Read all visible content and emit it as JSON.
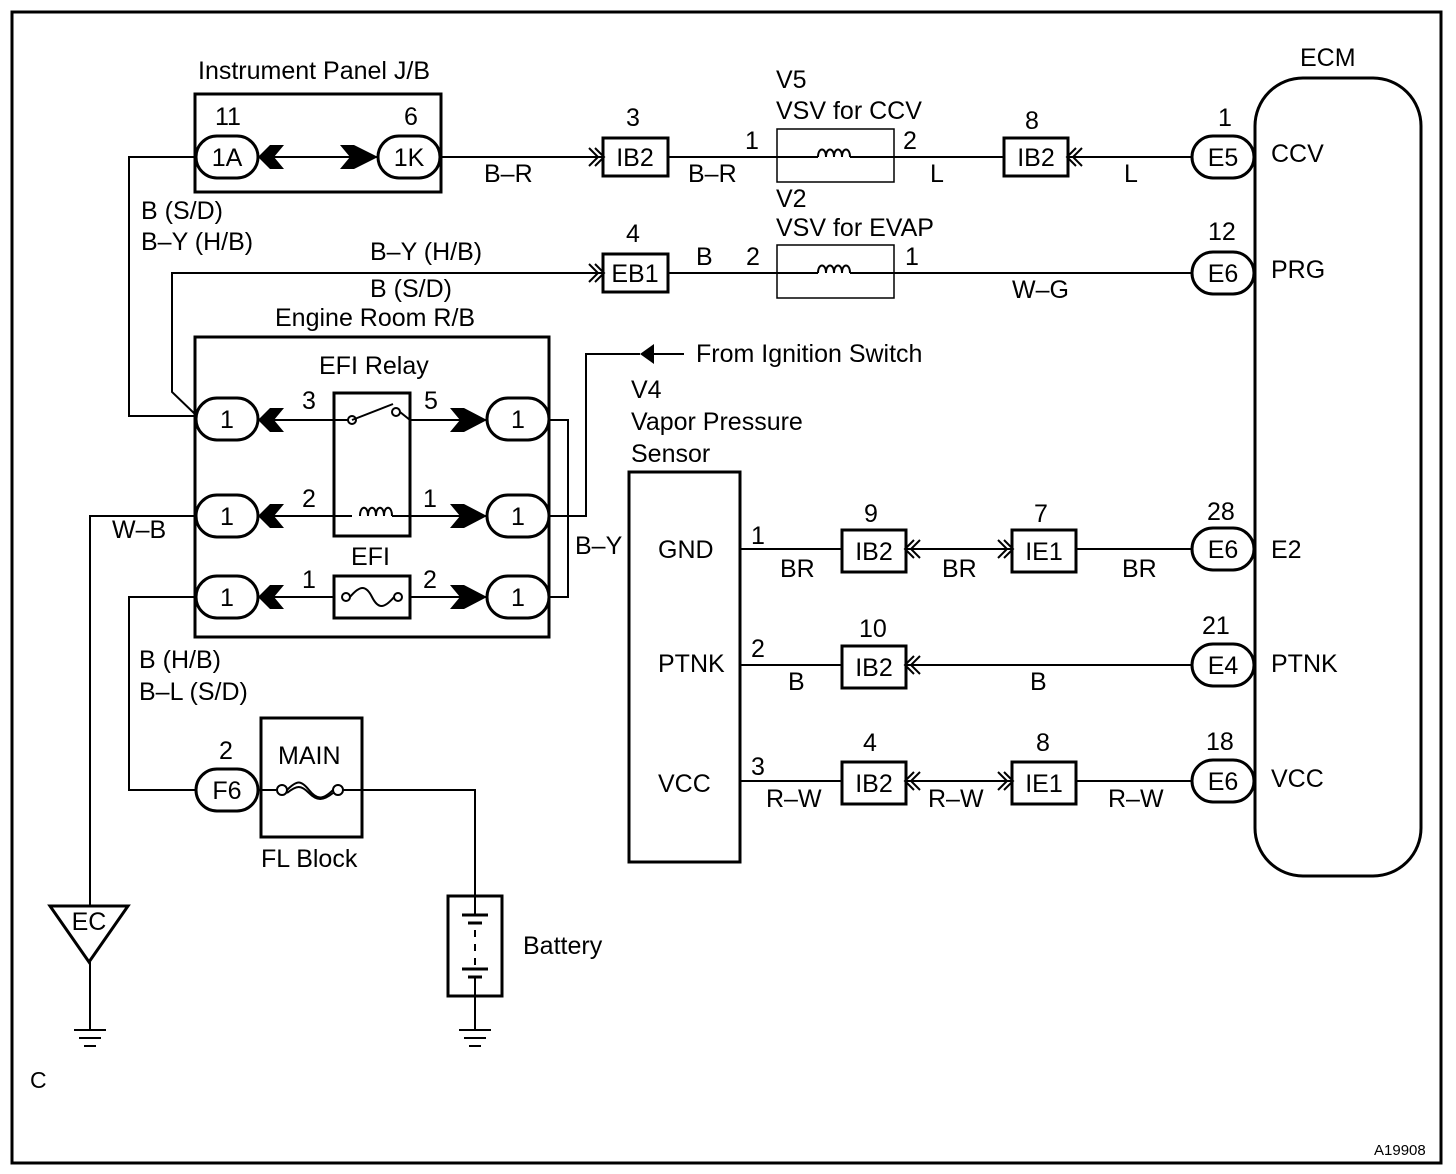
{
  "figure_id": "A19908",
  "corner_letter": "C",
  "components": {
    "ip_jb": "Instrument Panel J/B",
    "er_rb": "Engine Room R/B",
    "efi_relay": "EFI Relay",
    "efi_fuse": "EFI",
    "main_fuse": "MAIN",
    "fl_block": "FL Block",
    "battery": "Battery",
    "ground_ec": "EC",
    "ecm": "ECM",
    "v5_id": "V5",
    "v5_name": "VSV for CCV",
    "v2_id": "V2",
    "v2_name": "VSV for EVAP",
    "v4_id": "V4",
    "v4_line1": "Vapor Pressure",
    "v4_line2": "Sensor",
    "ignition": "From Ignition Switch"
  },
  "connectors": {
    "j1a": {
      "label": "1A",
      "pin": "11"
    },
    "j1k": {
      "label": "1K",
      "pin": "6"
    },
    "ib2_ccv_in": {
      "label": "IB2",
      "pin": "3"
    },
    "ib2_ccv_out": {
      "label": "IB2",
      "pin": "8"
    },
    "eb1": {
      "label": "EB1",
      "pin": "4"
    },
    "f6": {
      "label": "F6",
      "pin": "2"
    },
    "ib2_gnd": {
      "label": "IB2",
      "pin": "9"
    },
    "ie1_gnd": {
      "label": "IE1",
      "pin": "7"
    },
    "ib2_ptnk": {
      "label": "IB2",
      "pin": "10"
    },
    "ib2_vcc": {
      "label": "IB2",
      "pin": "4"
    },
    "ie1_vcc": {
      "label": "IE1",
      "pin": "8"
    },
    "rb_pin": "1"
  },
  "ecm_pins": [
    {
      "connector": "E5",
      "pin": "1",
      "name": "CCV"
    },
    {
      "connector": "E6",
      "pin": "12",
      "name": "PRG"
    },
    {
      "connector": "E6",
      "pin": "28",
      "name": "E2"
    },
    {
      "connector": "E4",
      "pin": "21",
      "name": "PTNK"
    },
    {
      "connector": "E6",
      "pin": "18",
      "name": "VCC"
    }
  ],
  "sensor_pins": [
    {
      "name": "GND",
      "pin": "1"
    },
    {
      "name": "PTNK",
      "pin": "2"
    },
    {
      "name": "VCC",
      "pin": "3"
    }
  ],
  "pin_numbers": {
    "v5_in": "1",
    "v5_out": "2",
    "v2_in": "2",
    "v2_out": "1",
    "relay_3": "3",
    "relay_5": "5",
    "relay_2": "2",
    "relay_1": "1",
    "efi_1": "1",
    "efi_2": "2"
  },
  "wire_colors": {
    "jb_to_ib2": "B–R",
    "ib2_to_v5": "B–R",
    "v5_to_ib2": "L",
    "ib2_to_ecm_ccv": "L",
    "jb_drop_1": "B (S/D)",
    "jb_drop_2": "B–Y (H/B)",
    "eb1_feed_1": "B–Y (H/B)",
    "eb1_feed_2": "B (S/D)",
    "eb1_to_v2": "B",
    "v2_to_ecm": "W–G",
    "ground_wire": "W–B",
    "ignition_wire": "B–Y",
    "fuse_feed_1": "B (H/B)",
    "fuse_feed_2": "B–L (S/D)",
    "gnd_1": "BR",
    "gnd_2": "BR",
    "gnd_3": "BR",
    "ptnk_1": "B",
    "ptnk_2": "B",
    "vcc_1": "R–W",
    "vcc_2": "R–W",
    "vcc_3": "R–W"
  }
}
